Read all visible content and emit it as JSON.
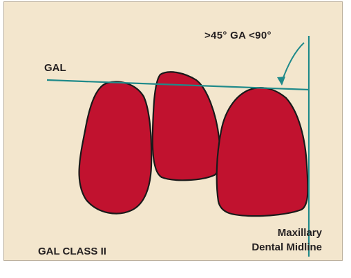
{
  "labels": {
    "angle": ">45° GA <90°",
    "gal": "GAL",
    "class": "GAL CLASS II",
    "midline_line1": "Maxillary",
    "midline_line2": "Dental Midline"
  },
  "colors": {
    "background": "#f3e6cd",
    "tooth_fill": "#c1122f",
    "tooth_outline": "#1a1a1a",
    "line": "#1f8a8a",
    "text": "#231f20"
  }
}
